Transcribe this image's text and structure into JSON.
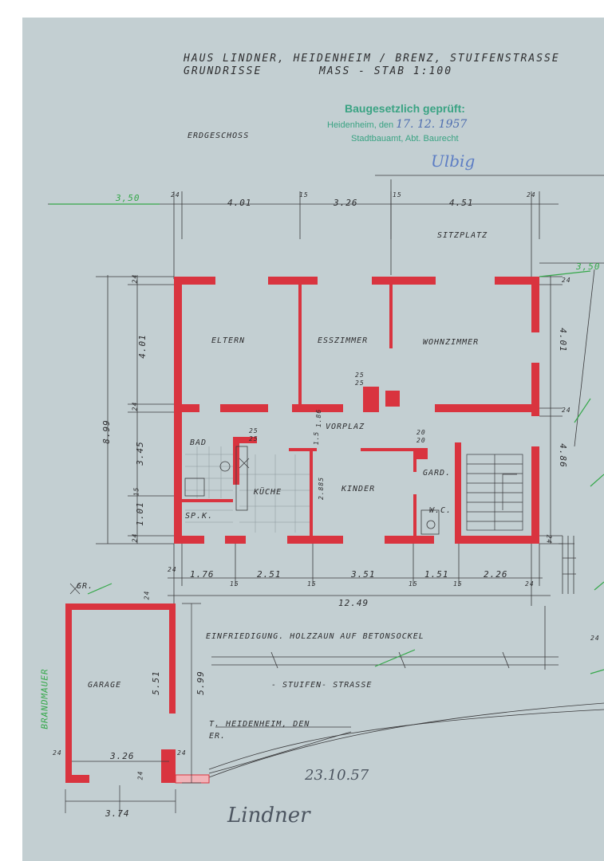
{
  "header": {
    "line1": "HAUS LINDNER, HEIDENHEIM / BRENZ, STUIFENSTRASSE",
    "line2": "GRUNDRISSE",
    "scale": "MASS - STAB 1:100"
  },
  "stamp": {
    "title": "Baugesetzlich geprüft:",
    "place": "Heidenheim, den",
    "date": "17. 12. 1957",
    "office": "Stadtbauamt, Abt. Baurecht"
  },
  "floor_label": "ERDGESCHOSS",
  "terrace_label": "SITZPLATZ",
  "rooms": {
    "eltern": "ELTERN",
    "esszimmer": "ESSZIMMER",
    "wohnzimmer": "WOHNZIMMER",
    "vorplatz": "VORPLAZ",
    "bad": "BAD",
    "kueche": "KÜCHE",
    "kinder": "KINDER",
    "gard": "GARD.",
    "wc": "W.C.",
    "spk": "SP.K.",
    "garage": "GARAGE"
  },
  "dimensions": {
    "top_offset": "3,50",
    "top_24_left": "24",
    "top_401": "4.01",
    "top_15_a": "15",
    "top_326": "3.26",
    "top_15_b": "15",
    "top_451": "4.51",
    "top_24_right": "24",
    "right_offset": "3,50",
    "right_24_top": "24",
    "right_401": "4.01",
    "right_24_mid": "24",
    "right_486": "4.86",
    "right_24_bot": "24",
    "left_899": "8.99",
    "left_24_top": "24",
    "left_401": "4.01",
    "left_24_mid": "24",
    "left_345": "3.45",
    "left_15": "15",
    "left_101": "1.01",
    "left_24_bot": "24",
    "bot_24": "24",
    "bot_176": "1.76",
    "bot_15_a": "15",
    "bot_251": "2.51",
    "bot_15_b": "15",
    "bot_351": "3.51",
    "bot_15_c": "15",
    "bot_151": "1.51",
    "bot_15_d": "15",
    "bot_226": "2.26",
    "bot_24_r": "24",
    "overall": "12.49",
    "chimney_a": "25",
    "chimney_b": "25",
    "bad_a": "25",
    "bad_b": "25",
    "gard_a": "20",
    "gard_b": "20",
    "vorplatz_186": "1.86",
    "vorplatz_115": "1.5",
    "kinder_2885": "2.885",
    "garage_599": "5.99",
    "garage_551": "5.51",
    "garage_326": "3.26",
    "garage_374": "3.74",
    "garage_24_top": "24",
    "garage_24_right": "24",
    "garage_24_left": "24",
    "garage_24_bot": "24",
    "garage_gr": "GR.",
    "edge_24": "24"
  },
  "notes": {
    "fence": "EINFRIEDIGUNG. HOLZZAUN AUF BETONSOCKEL",
    "street": "- STUIFEN- STRASSE",
    "partial_line1": "T. HEIDENHEIM, DEN",
    "partial_line2": "ER.",
    "fire_wall": "BRANDMAUER",
    "pencil_date": "23.10.57",
    "stamp_signature": "Ulbig",
    "owner_signature": "Lindner"
  },
  "colors": {
    "paper": "#c3cfd2",
    "wall": "#d9343f",
    "pencil": "#2e2e30",
    "stamp": "#3aa383",
    "green_pencil": "#35a84a"
  }
}
